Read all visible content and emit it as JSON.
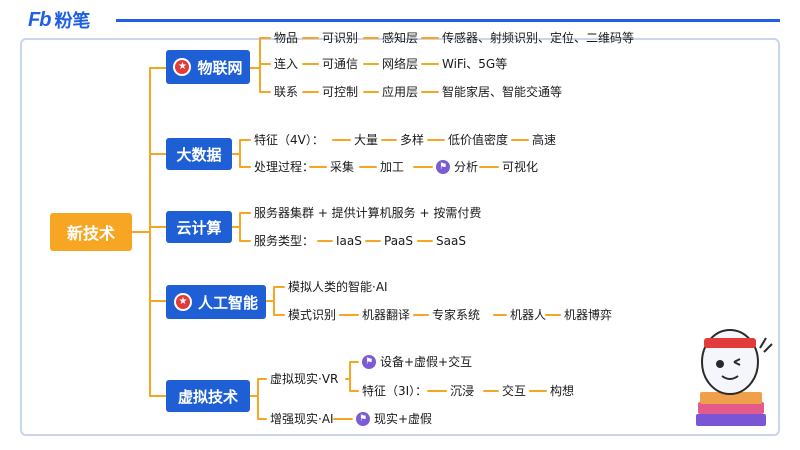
{
  "brand": {
    "logo_mark": "Fb",
    "name": "粉笔"
  },
  "colors": {
    "brand": "#1e5fe6",
    "root": "#f6a623",
    "level1": "#1f5fd6",
    "connector": "#f6a623",
    "frame": "#c9d5ec"
  },
  "root": {
    "label": "新技术"
  },
  "branches": [
    {
      "label": "物联网",
      "icon": "star-icon",
      "rows": [
        [
          "物品",
          "可识别",
          "感知层",
          "传感器、射频识别、定位、二维码等"
        ],
        [
          "连入",
          "可通信",
          "网络层",
          "WiFi、5G等"
        ],
        [
          "联系",
          "可控制",
          "应用层",
          "智能家居、智能交通等"
        ]
      ]
    },
    {
      "label": "大数据",
      "rows": [
        [
          "特征（4V）：",
          "大量",
          "多样",
          "低价值密度",
          "高速"
        ],
        [
          "处理过程：",
          "采集",
          "加工",
          "分析",
          "可视化"
        ]
      ]
    },
    {
      "label": "云计算",
      "rows": [
        [
          "服务器集群 + 提供计算机服务 + 按需付费"
        ],
        [
          "服务类型：",
          "IaaS",
          "PaaS",
          "SaaS"
        ]
      ]
    },
    {
      "label": "人工智能",
      "icon": "star-icon",
      "rows": [
        [
          "模拟人类的智能·AI"
        ],
        [
          "模式识别",
          "机器翻译",
          "专家系统",
          "机器人",
          "机器博弈"
        ]
      ]
    },
    {
      "label": "虚拟技术",
      "vr": {
        "label": "虚拟现实·VR",
        "sub1": "设备+虚假+交互",
        "sub2": [
          "特征（3I）：",
          "沉浸",
          "交互",
          "构想"
        ]
      },
      "ar": {
        "label": "增强现实·AI",
        "sub": "现实+虚假"
      }
    }
  ]
}
